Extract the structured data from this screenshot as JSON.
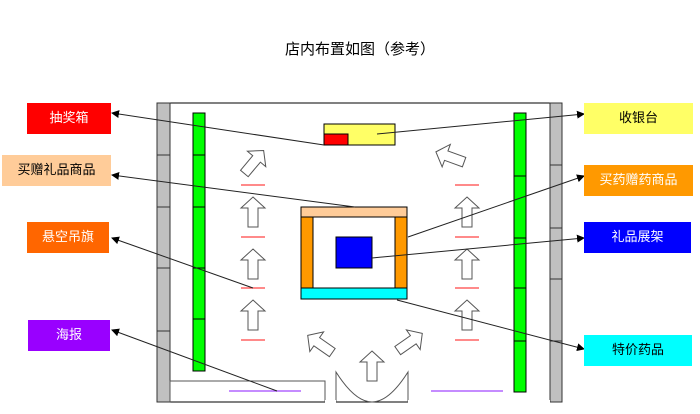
{
  "title": "店内布置如图（参考）",
  "labels": {
    "lottery_box": {
      "text": "抽奖箱",
      "color": "#FF0000"
    },
    "gift_promo": {
      "text": "买赠礼品商品",
      "color": "#FFCC99"
    },
    "hanging_flag": {
      "text": "悬空吊旗",
      "color": "#FF6600"
    },
    "poster": {
      "text": "海报",
      "color": "#9900FF"
    },
    "checkout": {
      "text": "收银台",
      "color": "#FFFF66"
    },
    "drug_promo": {
      "text": "买药赠药商品",
      "color": "#FF9900"
    },
    "gift_shelf": {
      "text": "礼品展架",
      "color": "#0000FF"
    },
    "special_drugs": {
      "text": "特价药品",
      "color": "#00FFFF"
    }
  }
}
